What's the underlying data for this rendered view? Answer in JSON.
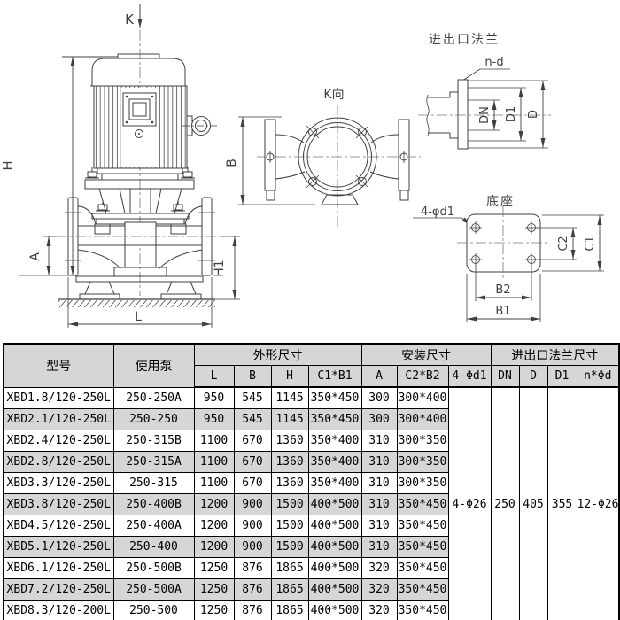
{
  "drawing": {
    "front_view": {
      "k_arrow": "K",
      "dim_h": "H",
      "dim_a": "A",
      "dim_h1": "H1",
      "dim_l": "L"
    },
    "top_view": {
      "title": "K向",
      "dim_b": "B"
    },
    "flange_view": {
      "title": "进出口法兰",
      "holes": "n-d",
      "dim_dn": "DN",
      "dim_d1": "D1",
      "dim_d": "D"
    },
    "base_view": {
      "title": "底座",
      "holes": "4-φd1",
      "dim_c2": "C2",
      "dim_c1": "C1",
      "dim_b2": "B2",
      "dim_b1": "B1"
    }
  },
  "table": {
    "headers": {
      "model": "型号",
      "pump": "使用泵",
      "outline": "外形尺寸",
      "install": "安装尺寸",
      "flange": "进出口法兰尺寸"
    },
    "subheaders": [
      "L",
      "B",
      "H",
      "C1*B1",
      "A",
      "C2*B2",
      "4-Φd1",
      "DN",
      "D",
      "D1",
      "n*Φd"
    ],
    "merged": {
      "d1_holes": "4-Φ26",
      "dn": "250",
      "d": "405",
      "d1": "355",
      "n_phid": "12-Φ26"
    },
    "rows": [
      {
        "model": "XBD1.8/120-250L",
        "pump": "250-250A",
        "l": "950",
        "b": "545",
        "h": "1145",
        "c1b1": "350*450",
        "a": "300",
        "c2b2": "300*400"
      },
      {
        "model": "XBD2.1/120-250L",
        "pump": "250-250",
        "l": "950",
        "b": "545",
        "h": "1145",
        "c1b1": "350*450",
        "a": "300",
        "c2b2": "300*400"
      },
      {
        "model": "XBD2.4/120-250L",
        "pump": "250-315B",
        "l": "1100",
        "b": "670",
        "h": "1360",
        "c1b1": "350*400",
        "a": "310",
        "c2b2": "300*350"
      },
      {
        "model": "XBD2.8/120-250L",
        "pump": "250-315A",
        "l": "1100",
        "b": "670",
        "h": "1360",
        "c1b1": "350*400",
        "a": "310",
        "c2b2": "300*350"
      },
      {
        "model": "XBD3.3/120-250L",
        "pump": "250-315",
        "l": "1100",
        "b": "670",
        "h": "1360",
        "c1b1": "350*400",
        "a": "310",
        "c2b2": "300*350"
      },
      {
        "model": "XBD3.8/120-250L",
        "pump": "250-400B",
        "l": "1200",
        "b": "900",
        "h": "1500",
        "c1b1": "400*500",
        "a": "310",
        "c2b2": "350*450"
      },
      {
        "model": "XBD4.5/120-250L",
        "pump": "250-400A",
        "l": "1200",
        "b": "900",
        "h": "1500",
        "c1b1": "400*500",
        "a": "310",
        "c2b2": "350*450"
      },
      {
        "model": "XBD5.1/120-250L",
        "pump": "250-400",
        "l": "1200",
        "b": "900",
        "h": "1500",
        "c1b1": "400*500",
        "a": "310",
        "c2b2": "350*450"
      },
      {
        "model": "XBD6.1/120-250L",
        "pump": "250-500B",
        "l": "1250",
        "b": "876",
        "h": "1865",
        "c1b1": "400*500",
        "a": "320",
        "c2b2": "350*450"
      },
      {
        "model": "XBD7.2/120-250L",
        "pump": "250-500A",
        "l": "1250",
        "b": "876",
        "h": "1865",
        "c1b1": "400*500",
        "a": "320",
        "c2b2": "350*450"
      },
      {
        "model": "XBD8.3/120-200L",
        "pump": "250-500",
        "l": "1250",
        "b": "876",
        "h": "1865",
        "c1b1": "400*500",
        "a": "320",
        "c2b2": "350*450"
      }
    ]
  }
}
